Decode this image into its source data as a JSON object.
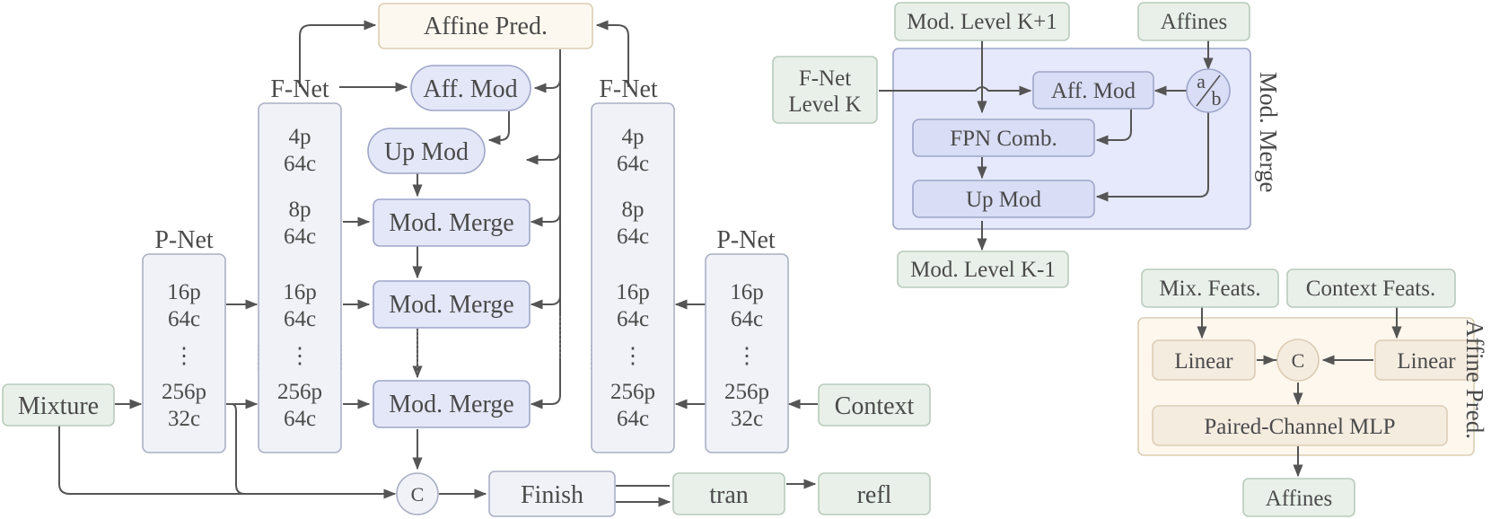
{
  "colors": {
    "green_fill": "#e9f0ea",
    "green_stroke": "#b9cbbc",
    "blue_fill": "#e4e7f8",
    "blue_stroke": "#9ea6c8",
    "gray_fill": "#f1f2f8",
    "gray_stroke": "#aab0c4",
    "cream_fill": "#fdf8ef",
    "cream_stroke": "#dccdb4",
    "panel_blue": "#e6e9fb",
    "panel_cream": "#fdf7ee",
    "line": "#555555"
  },
  "main": {
    "affine_pred": "Affine Pred.",
    "fnet_left_label": "F-Net",
    "fnet_right_label": "F-Net",
    "pnet_left_label": "P-Net",
    "pnet_right_label": "P-Net",
    "aff_mod": "Aff. Mod",
    "up_mod": "Up Mod",
    "mod_merge": "Mod. Merge",
    "mixture": "Mixture",
    "context": "Context",
    "concat": "C",
    "finish": "Finish",
    "tran": "tran",
    "refl": "refl",
    "ellipsis": "⋮",
    "fnet_levels": [
      {
        "p": "4p",
        "c": "64c"
      },
      {
        "p": "8p",
        "c": "64c"
      },
      {
        "p": "16p",
        "c": "64c"
      },
      {
        "p": "256p",
        "c": "64c"
      }
    ],
    "pnet_levels": [
      {
        "p": "16p",
        "c": "64c"
      },
      {
        "p": "256p",
        "c": "32c"
      }
    ]
  },
  "mod_merge_panel": {
    "title": "Mod. Merge",
    "level_up": "Mod. Level K+1",
    "level_down": "Mod. Level K-1",
    "affines": "Affines",
    "fnet_level_line1": "F-Net",
    "fnet_level_line2": "Level K",
    "aff_mod": "Aff. Mod",
    "fpn_comb": "FPN Comb.",
    "up_mod": "Up Mod",
    "split_a": "a",
    "split_b": "b"
  },
  "affine_panel": {
    "title": "Affine Pred.",
    "mix_feats": "Mix. Feats.",
    "context_feats": "Context Feats.",
    "linear_left": "Linear",
    "linear_right": "Linear",
    "concat": "C",
    "mlp": "Paired-Channel MLP",
    "affines": "Affines"
  }
}
